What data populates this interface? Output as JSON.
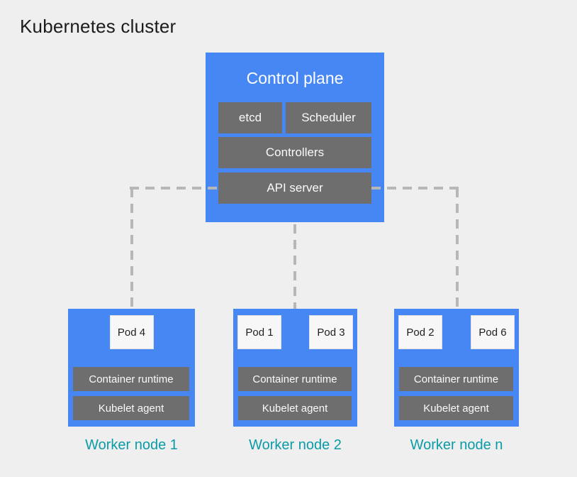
{
  "title": "Kubernetes cluster",
  "control_plane": {
    "title": "Control plane",
    "components": {
      "etcd": "etcd",
      "scheduler": "Scheduler",
      "controllers": "Controllers",
      "api_server": "API server"
    }
  },
  "worker_nodes": [
    {
      "label": "Worker node 1",
      "pods": [
        "Pod 4"
      ],
      "container_runtime": "Container runtime",
      "kubelet_agent": "Kubelet agent"
    },
    {
      "label": "Worker node 2",
      "pods": [
        "Pod 1",
        "Pod 3"
      ],
      "container_runtime": "Container runtime",
      "kubelet_agent": "Kubelet agent"
    },
    {
      "label": "Worker node n",
      "pods": [
        "Pod 2",
        "Pod 6"
      ],
      "container_runtime": "Container runtime",
      "kubelet_agent": "Kubelet agent"
    }
  ],
  "colors": {
    "node_blue": "#4787F4",
    "component_gray": "#6E6E6E",
    "pod_white": "#F7F7F7",
    "label_teal": "#0B9BA6",
    "background": "#EFEFEF",
    "connector_gray": "#B7B7B7",
    "title_dark": "#1C1C1C"
  }
}
